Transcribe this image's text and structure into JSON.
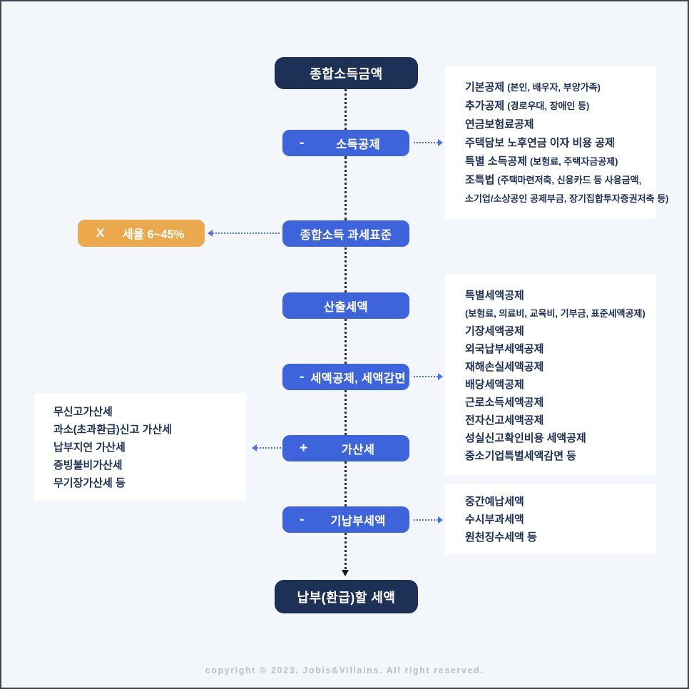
{
  "flow": {
    "top_box": "종합소득금액",
    "steps": [
      {
        "op": "-",
        "label": "소득공제"
      },
      {
        "op": "",
        "label": "종합소득 과세표준"
      },
      {
        "op": "",
        "label": "산출세액"
      },
      {
        "op": "-",
        "label": "세액공제, 세액감면"
      },
      {
        "op": "+",
        "label": "가산세"
      },
      {
        "op": "-",
        "label": "기납부세액"
      }
    ],
    "rate": {
      "op": "X",
      "label": "세율 6~45%"
    },
    "bottom_box": "납부(환급)할 세액"
  },
  "panels": {
    "income_deduction": {
      "lines": [
        {
          "main": "기본공제",
          "sub": "(본인, 배우자, 부양가족)"
        },
        {
          "main": "추가공제",
          "sub": "(경로우대, 장애인 등)"
        },
        {
          "main": "연금보험료공제",
          "sub": ""
        },
        {
          "main": "주택담보 노후연금 이자 비용 공제",
          "sub": ""
        },
        {
          "main": "특별 소득공제",
          "sub": "(보험료, 주택자금공제)"
        },
        {
          "main": "조특법",
          "sub": "(주택마련저축, 신용카드 등 사용금액,"
        },
        {
          "main": "",
          "sub": "소기업/소상공인 공제부금, 장기집합투자증권저축 등)"
        }
      ]
    },
    "tax_credit": {
      "lines": [
        {
          "main": "특별세액공제",
          "sub": ""
        },
        {
          "main": "",
          "sub": "(보험료, 의료비, 교육비, 기부금, 표준세액공제)"
        },
        {
          "main": "기장세액공제",
          "sub": ""
        },
        {
          "main": "외국납부세액공제",
          "sub": ""
        },
        {
          "main": "재해손실세액공제",
          "sub": ""
        },
        {
          "main": "배당세액공제",
          "sub": ""
        },
        {
          "main": "근로소득세액공제",
          "sub": ""
        },
        {
          "main": "전자신고세액공제",
          "sub": ""
        },
        {
          "main": "성실신고확인비용 세액공제",
          "sub": ""
        },
        {
          "main": "중소기업특별세액감면 등",
          "sub": ""
        }
      ]
    },
    "penalty_tax": {
      "lines": [
        {
          "main": "무신고가산세",
          "sub": ""
        },
        {
          "main": "과소(초과환급)신고 가산세",
          "sub": ""
        },
        {
          "main": "납부지연 가산세",
          "sub": ""
        },
        {
          "main": "증빙불비가산세",
          "sub": ""
        },
        {
          "main": "무기장가산세 등",
          "sub": ""
        }
      ]
    },
    "prepaid_tax": {
      "lines": [
        {
          "main": "중간예납세액",
          "sub": ""
        },
        {
          "main": "수시부과세액",
          "sub": ""
        },
        {
          "main": "원천징수세액 등",
          "sub": ""
        }
      ]
    }
  },
  "footer": {
    "copyright": "copyright © 2023. Jobis&Villains. All right reserved."
  },
  "colors": {
    "background": "#f3f6fb",
    "navy_box": "#1d3156",
    "blue_box": "#3d64da",
    "orange_box": "#e9a94c",
    "arrow_blue": "#4d74dd",
    "spine_dark": "#272c35",
    "copyright_gray": "#b9bfc9"
  }
}
